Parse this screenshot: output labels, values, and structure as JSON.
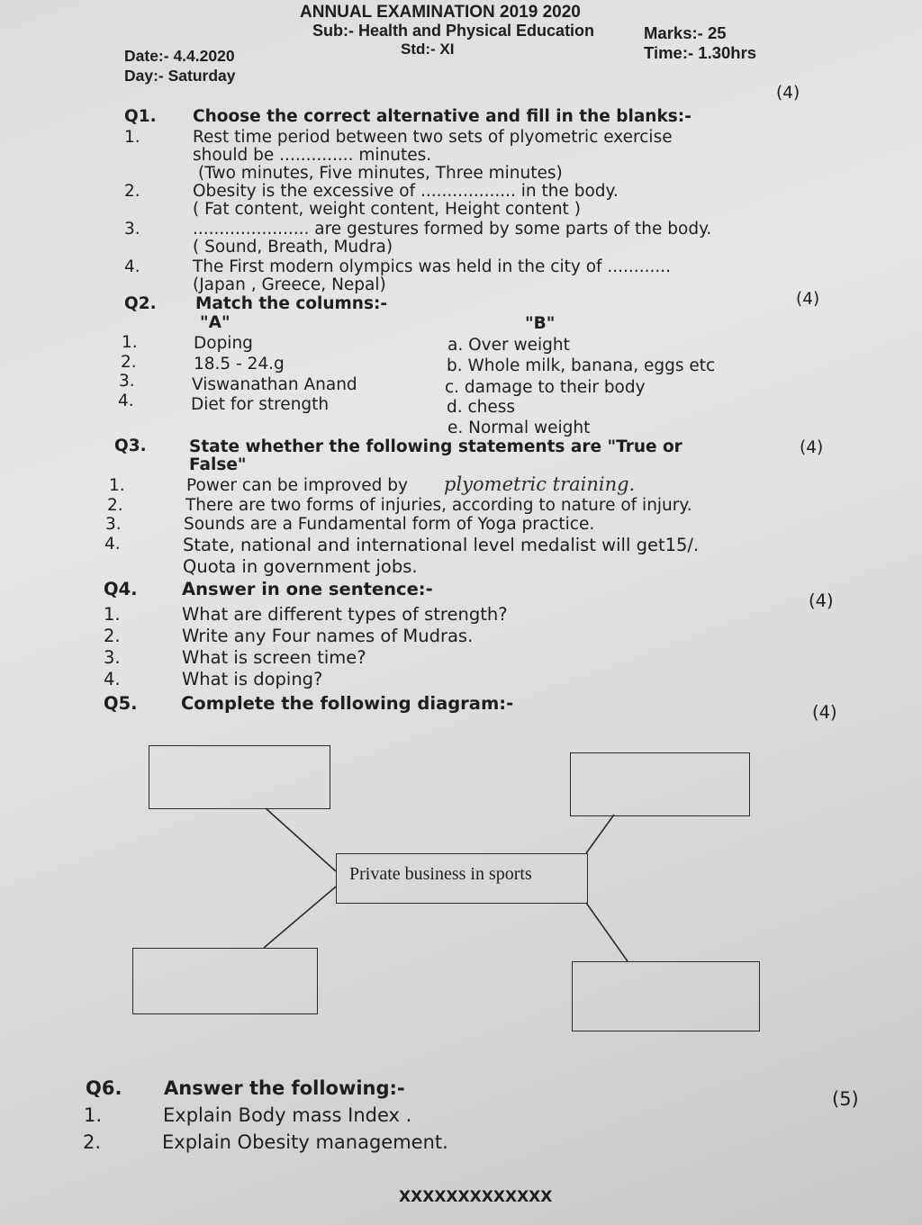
{
  "header": {
    "title": "ANNUAL EXAMINATION 2019 2020",
    "subject": "Sub:- Health and Physical Education",
    "std": "Std:- XI",
    "marks": "Marks:- 25",
    "time": "Time:- 1.30hrs",
    "date": "Date:- 4.4.2020",
    "day": "Day:- Saturday"
  },
  "q1": {
    "num": "Q1.",
    "title": "Choose the correct alternative and fill in the blanks:-",
    "marks": "(4)",
    "items": [
      {
        "num": "1.",
        "lines": [
          "Rest time period between two sets of plyometric exercise",
          "should be .............. minutes.",
          "(Two minutes, Five minutes, Three minutes)"
        ]
      },
      {
        "num": "2.",
        "lines": [
          "Obesity is the excessive of .................. in the body.",
          "( Fat content, weight content, Height content )"
        ]
      },
      {
        "num": "3.",
        "lines": [
          "...................... are gestures formed by some parts of the body.",
          "( Sound, Breath, Mudra)"
        ]
      },
      {
        "num": "4.",
        "lines": [
          "The First modern olympics was held in the city of ............",
          "(Japan , Greece, Nepal)"
        ]
      }
    ]
  },
  "q2": {
    "num": "Q2.",
    "title": "Match the columns:-",
    "marks": "(4)",
    "col_a": "\"A\"",
    "col_b": "\"B\"",
    "a": [
      {
        "num": "1.",
        "text": "Doping"
      },
      {
        "num": "2.",
        "text": "18.5 - 24.g"
      },
      {
        "num": "3.",
        "text": "Viswanathan Anand"
      },
      {
        "num": "4.",
        "text": "Diet for strength"
      }
    ],
    "b": [
      "a. Over weight",
      "b. Whole milk, banana, eggs etc",
      "c. damage to their body",
      "d. chess",
      "e. Normal weight"
    ]
  },
  "q3": {
    "num": "Q3.",
    "title": "State whether the following statements are \"True or",
    "title2": "False\"",
    "marks": "(4)",
    "items": [
      {
        "num": "1.",
        "text": "Power can be improved by",
        "handwritten": "plyometric training."
      },
      {
        "num": "2.",
        "text": "There are two forms of injuries, according to nature of injury."
      },
      {
        "num": "3.",
        "text": "Sounds are a Fundamental form of Yoga practice."
      },
      {
        "num": "4.",
        "text": "State, national and international level medalist will get15/.",
        "text2": "Quota in government jobs."
      }
    ]
  },
  "q4": {
    "num": "Q4.",
    "title": "Answer in one sentence:-",
    "marks": "(4)",
    "items": [
      {
        "num": "1.",
        "text": "What are different types of strength?"
      },
      {
        "num": "2.",
        "text": "Write any Four names of Mudras."
      },
      {
        "num": "3.",
        "text": "What is screen time?"
      },
      {
        "num": "4.",
        "text": "What is doping?"
      }
    ]
  },
  "q5": {
    "num": "Q5.",
    "title": "Complete the following diagram:-",
    "marks": "(4)",
    "center": "Private business in sports"
  },
  "q6": {
    "num": "Q6.",
    "title": "Answer the following:-",
    "marks": "(5)",
    "items": [
      {
        "num": "1.",
        "text": "Explain Body mass Index ."
      },
      {
        "num": "2.",
        "text": "Explain Obesity management."
      }
    ]
  },
  "footer": "XXXXXXXXXXXXX"
}
